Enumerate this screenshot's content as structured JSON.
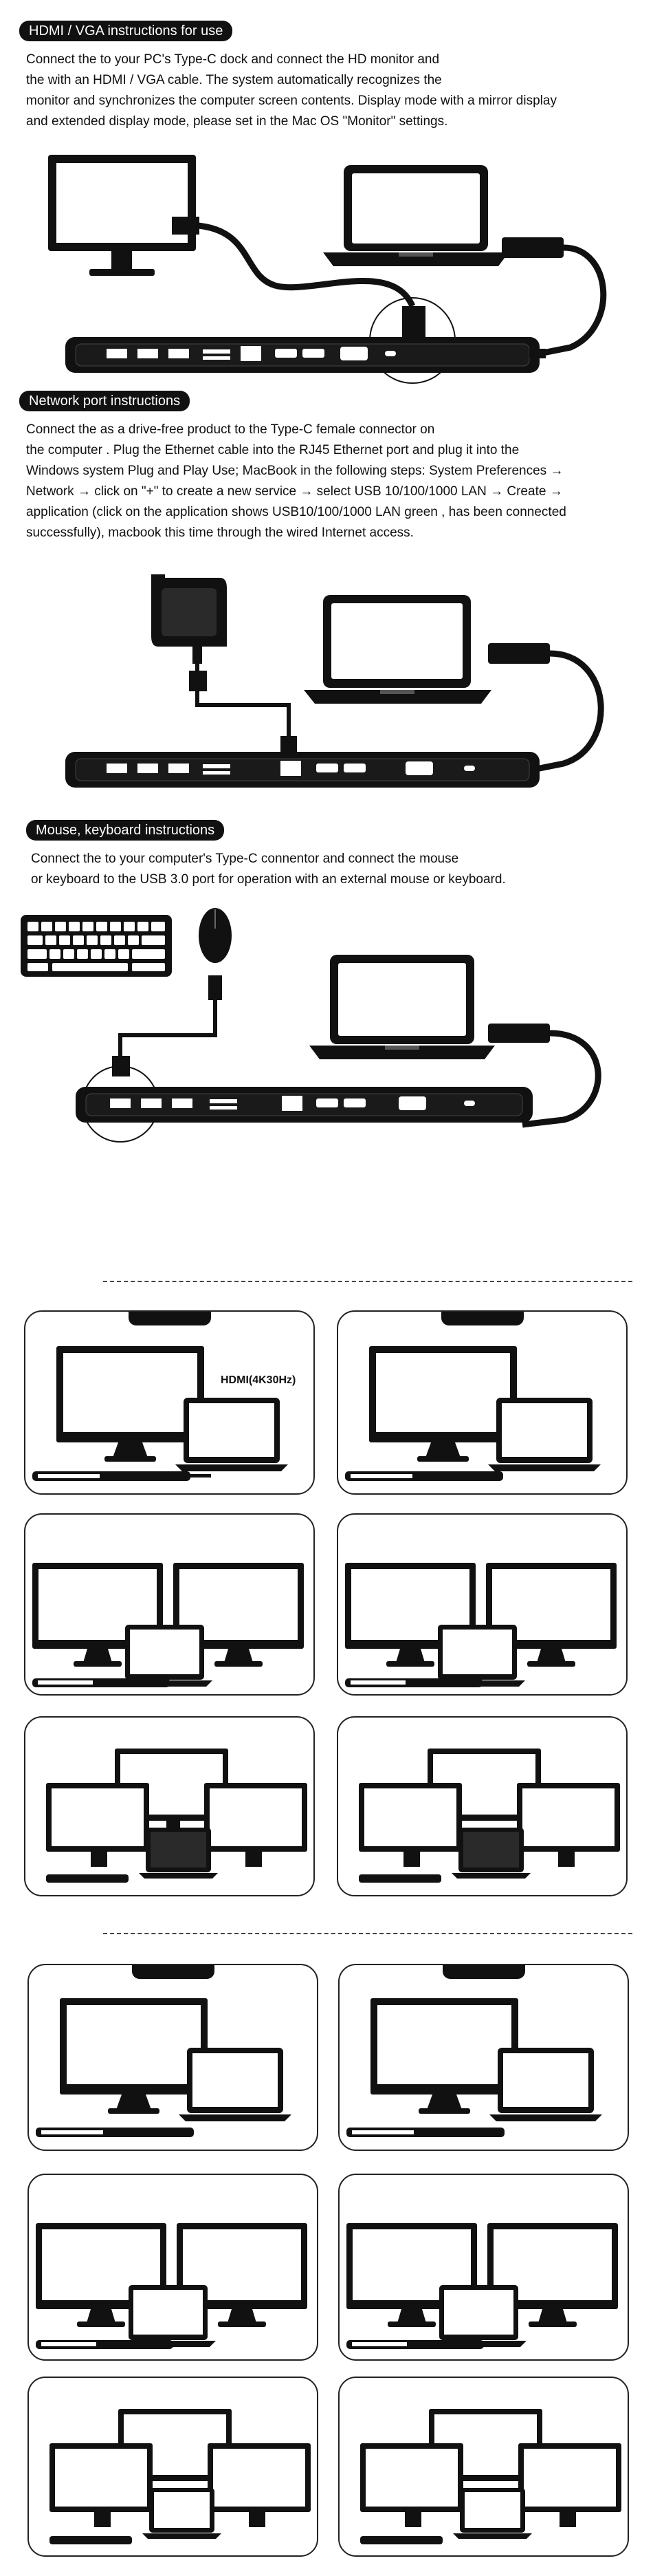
{
  "sections": [
    {
      "title": "HDMI / VGA instructions for use",
      "lines": [
        "Connect the           to your PC's Type-C dock and connect the HD monitor and",
        "the           with an HDMI / VGA cable. The system automatically recognizes the",
        "monitor and synchronizes the computer screen contents. Display mode with a mirror display",
        "and extended display mode, please set in the Mac OS \"Monitor\" settings."
      ]
    },
    {
      "title": "Network port instructions",
      "lines": [
        "Connect the           as a drive-free product to the Type-C female connector on",
        "the computer .  Plug the Ethernet cable into the RJ45 Ethernet port and plug it into the",
        "Windows system Plug and Play Use; MacBook in the following steps: System  Preferences →",
        "Network → click on \"+\" to create a new service → select USB 10/100/1000 LAN  → Create →",
        "application (click on the application  shows USB10/100/1000 LAN green ,  has been connected",
        "successfully), macbook this  time through the wired Internet access."
      ]
    },
    {
      "title": "Mouse, keyboard instructions",
      "lines": [
        "Connect the           to your computer's Type-C connentor and connect the mouse",
        "or  keyboard to the USB 3.0 port for operation with an external mouse or keyboard."
      ]
    }
  ],
  "panel_label": "HDMI(4K30Hz)",
  "icons": [
    "monitor-icon",
    "laptop-icon",
    "dock-icon",
    "router-icon",
    "keyboard-icon",
    "mouse-icon"
  ]
}
